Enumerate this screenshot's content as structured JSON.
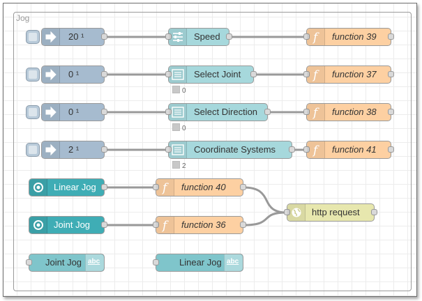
{
  "flow": {
    "group_label": "Jog"
  },
  "inject_nodes": [
    {
      "label": "20 ¹",
      "icon": "arrow-right-icon"
    },
    {
      "label": "0 ¹",
      "icon": "arrow-right-icon"
    },
    {
      "label": "0 ¹",
      "icon": "arrow-right-icon"
    },
    {
      "label": "2 ¹",
      "icon": "arrow-right-icon"
    }
  ],
  "ui_nodes": [
    {
      "label": "Speed",
      "icon": "sliders-icon"
    },
    {
      "label": "Select Joint",
      "icon": "dropdown-list-icon",
      "status": "0"
    },
    {
      "label": "Select Direction",
      "icon": "dropdown-list-icon",
      "status": "0"
    },
    {
      "label": "Coordinate Systems",
      "icon": "dropdown-list-icon",
      "status": "2"
    }
  ],
  "function_nodes": [
    {
      "label": "function 39",
      "icon": "function-icon"
    },
    {
      "label": "function 37",
      "icon": "function-icon"
    },
    {
      "label": "function 38",
      "icon": "function-icon"
    },
    {
      "label": "function 41",
      "icon": "function-icon"
    },
    {
      "label": "function 40",
      "icon": "function-icon"
    },
    {
      "label": "function 36",
      "icon": "function-icon"
    }
  ],
  "button_nodes": [
    {
      "label": "Linear Jog",
      "icon": "target-icon"
    },
    {
      "label": "Joint Jog",
      "icon": "target-icon"
    }
  ],
  "http_node": {
    "label": "http request",
    "icon": "globe-icon"
  },
  "text_nodes": [
    {
      "label": "Joint Jog",
      "icon_text": "abc"
    },
    {
      "label": "Linear Jog",
      "icon_text": "abc"
    }
  ],
  "colors": {
    "inject": "#a6bbcf",
    "function": "#fdd0a2",
    "ui": "#a6d8dc",
    "button": "#3fadb5",
    "http": "#e7e7ae",
    "wire": "#999999"
  }
}
